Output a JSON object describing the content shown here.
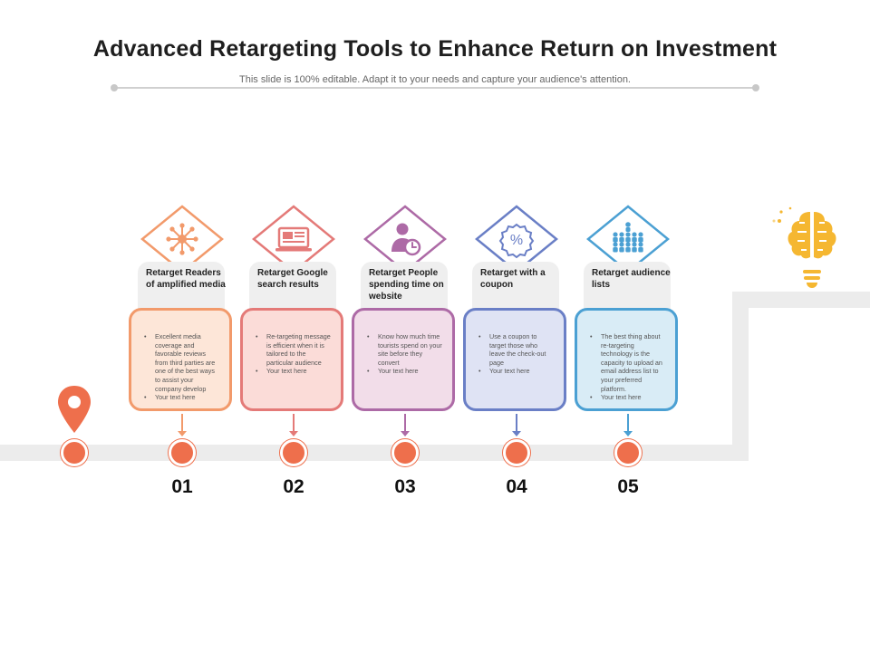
{
  "header": {
    "title": "Advanced Retargeting Tools to Enhance Return on Investment",
    "subtitle": "This slide is 100% editable. Adapt it to your needs and capture your audience's attention."
  },
  "colors": {
    "node": "#ee6f4c",
    "road": "#ececec",
    "brain": "#f5b731",
    "steps": [
      "#f29a6b",
      "#e47a78",
      "#ad6aa6",
      "#6a7fc6",
      "#4ba0d3"
    ],
    "fills": [
      "#fde6d8",
      "#fbdcd8",
      "#f2dde9",
      "#dfe3f4",
      "#d9ecf6"
    ]
  },
  "steps": [
    {
      "number": "01",
      "label": "Retarget Readers of amplified media",
      "icon": "network-hub-icon",
      "bullets": [
        "Excellent media coverage and favorable reviews from third parties are one of the best ways to assist your company develop",
        "Your text here"
      ]
    },
    {
      "number": "02",
      "label": "Retarget Google search results",
      "icon": "laptop-webpage-icon",
      "bullets": [
        "Re-targeting message is efficient when it is tailored to the particular audience",
        "Your text here"
      ]
    },
    {
      "number": "03",
      "label": "Retarget People spending time on website",
      "icon": "user-clock-icon",
      "bullets": [
        "Know how much time tourists spend on your site before they convert",
        "Your text here"
      ]
    },
    {
      "number": "04",
      "label": "Retarget with a coupon",
      "icon": "percent-badge-icon",
      "bullets": [
        "Use a coupon to target those who leave the check-out page",
        "Your text here"
      ]
    },
    {
      "number": "05",
      "label": "Retarget audience lists",
      "icon": "audience-group-icon",
      "bullets": [
        "The best thing about re-targeting technology is the capacity to upload an email address list to your preferred platform.",
        "Your text here"
      ]
    }
  ],
  "decor": {
    "start_marker": "location-pin-icon",
    "end_marker": "brain-bulb-icon"
  }
}
